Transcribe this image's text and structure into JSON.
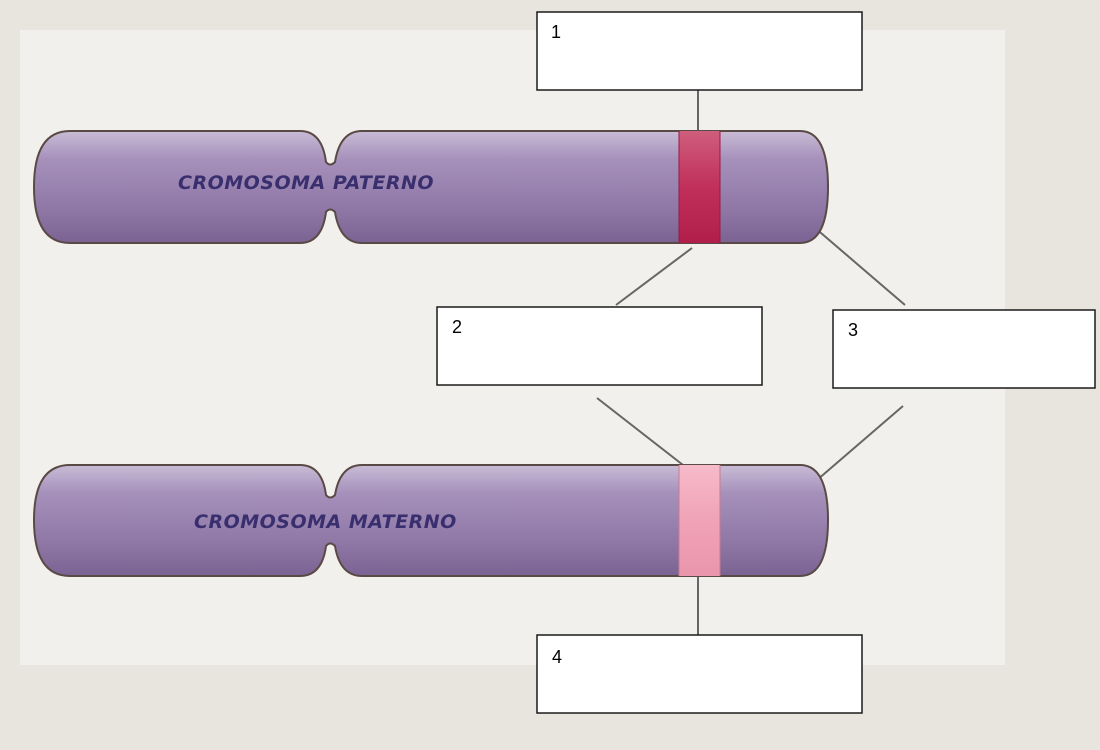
{
  "colors": {
    "background": "#e8e5df",
    "panel": "#f2f0ec",
    "chromosome_fill": "#9b85b0",
    "chromosome_outline": "#5a4a45",
    "chromosome_label": "#3a2f6e",
    "band_paternal": "#c0305a",
    "band_maternal": "#f0a2b6",
    "box_border": "#1a1a1a",
    "box_fill": "#ffffff",
    "connector": "#666666"
  },
  "chromosomes": {
    "paternal": {
      "label": "CROMOSOMA PATERNO"
    },
    "maternal": {
      "label": "CROMOSOMA MATERNO"
    }
  },
  "boxes": [
    {
      "number": "1",
      "text": ""
    },
    {
      "number": "2",
      "text": ""
    },
    {
      "number": "3",
      "text": ""
    },
    {
      "number": "4",
      "text": ""
    }
  ]
}
